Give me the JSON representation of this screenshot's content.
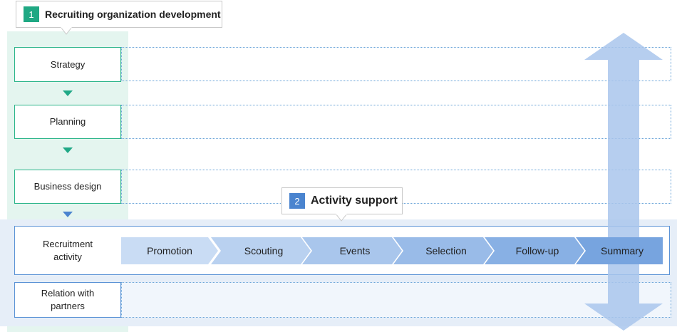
{
  "callout_org": {
    "number": "1",
    "title": "Recruiting organization development"
  },
  "callout_activity": {
    "number": "2",
    "title": "Activity support"
  },
  "stages": {
    "strategy": "Strategy",
    "planning": "Planning",
    "business_design": "Business design",
    "recruitment_activity": [
      "Recruitment",
      "activity"
    ],
    "relation_partners": [
      "Relation with",
      "partners"
    ]
  },
  "pipeline": [
    "Promotion",
    "Scouting",
    "Events",
    "Selection",
    "Follow-up",
    "Summary"
  ],
  "colors": {
    "green": "#1fa883",
    "blue": "#4a84cf",
    "pipeline": [
      "#c9dcf4",
      "#b9d1f0",
      "#a9c6ec",
      "#99bbe8",
      "#88b0e4",
      "#77a4df"
    ],
    "double_arrow": "#a9c6ec"
  }
}
